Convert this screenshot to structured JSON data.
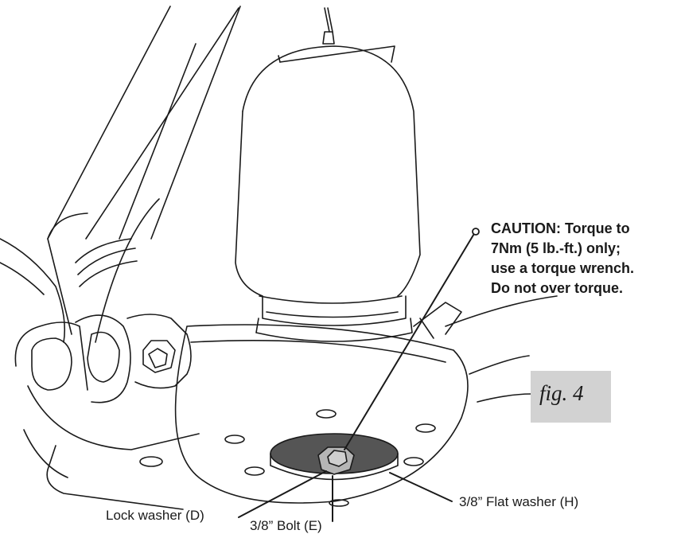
{
  "caution": {
    "lines": [
      "CAUTION: Torque to",
      "7Nm (5 lb.-ft.) only;",
      "use a torque wrench.",
      "Do not over torque."
    ]
  },
  "figure_label": "fig. 4",
  "callouts": {
    "lock_washer": "Lock washer (D)",
    "bolt": "3/8” Bolt (E)",
    "flat_washer": "3/8” Flat washer (H)"
  },
  "colors": {
    "ink": "#1a1a1a",
    "washer_fill": "#555555",
    "bolt_fill": "#b5b5b5",
    "tag_fill": "#d2d2d2"
  }
}
